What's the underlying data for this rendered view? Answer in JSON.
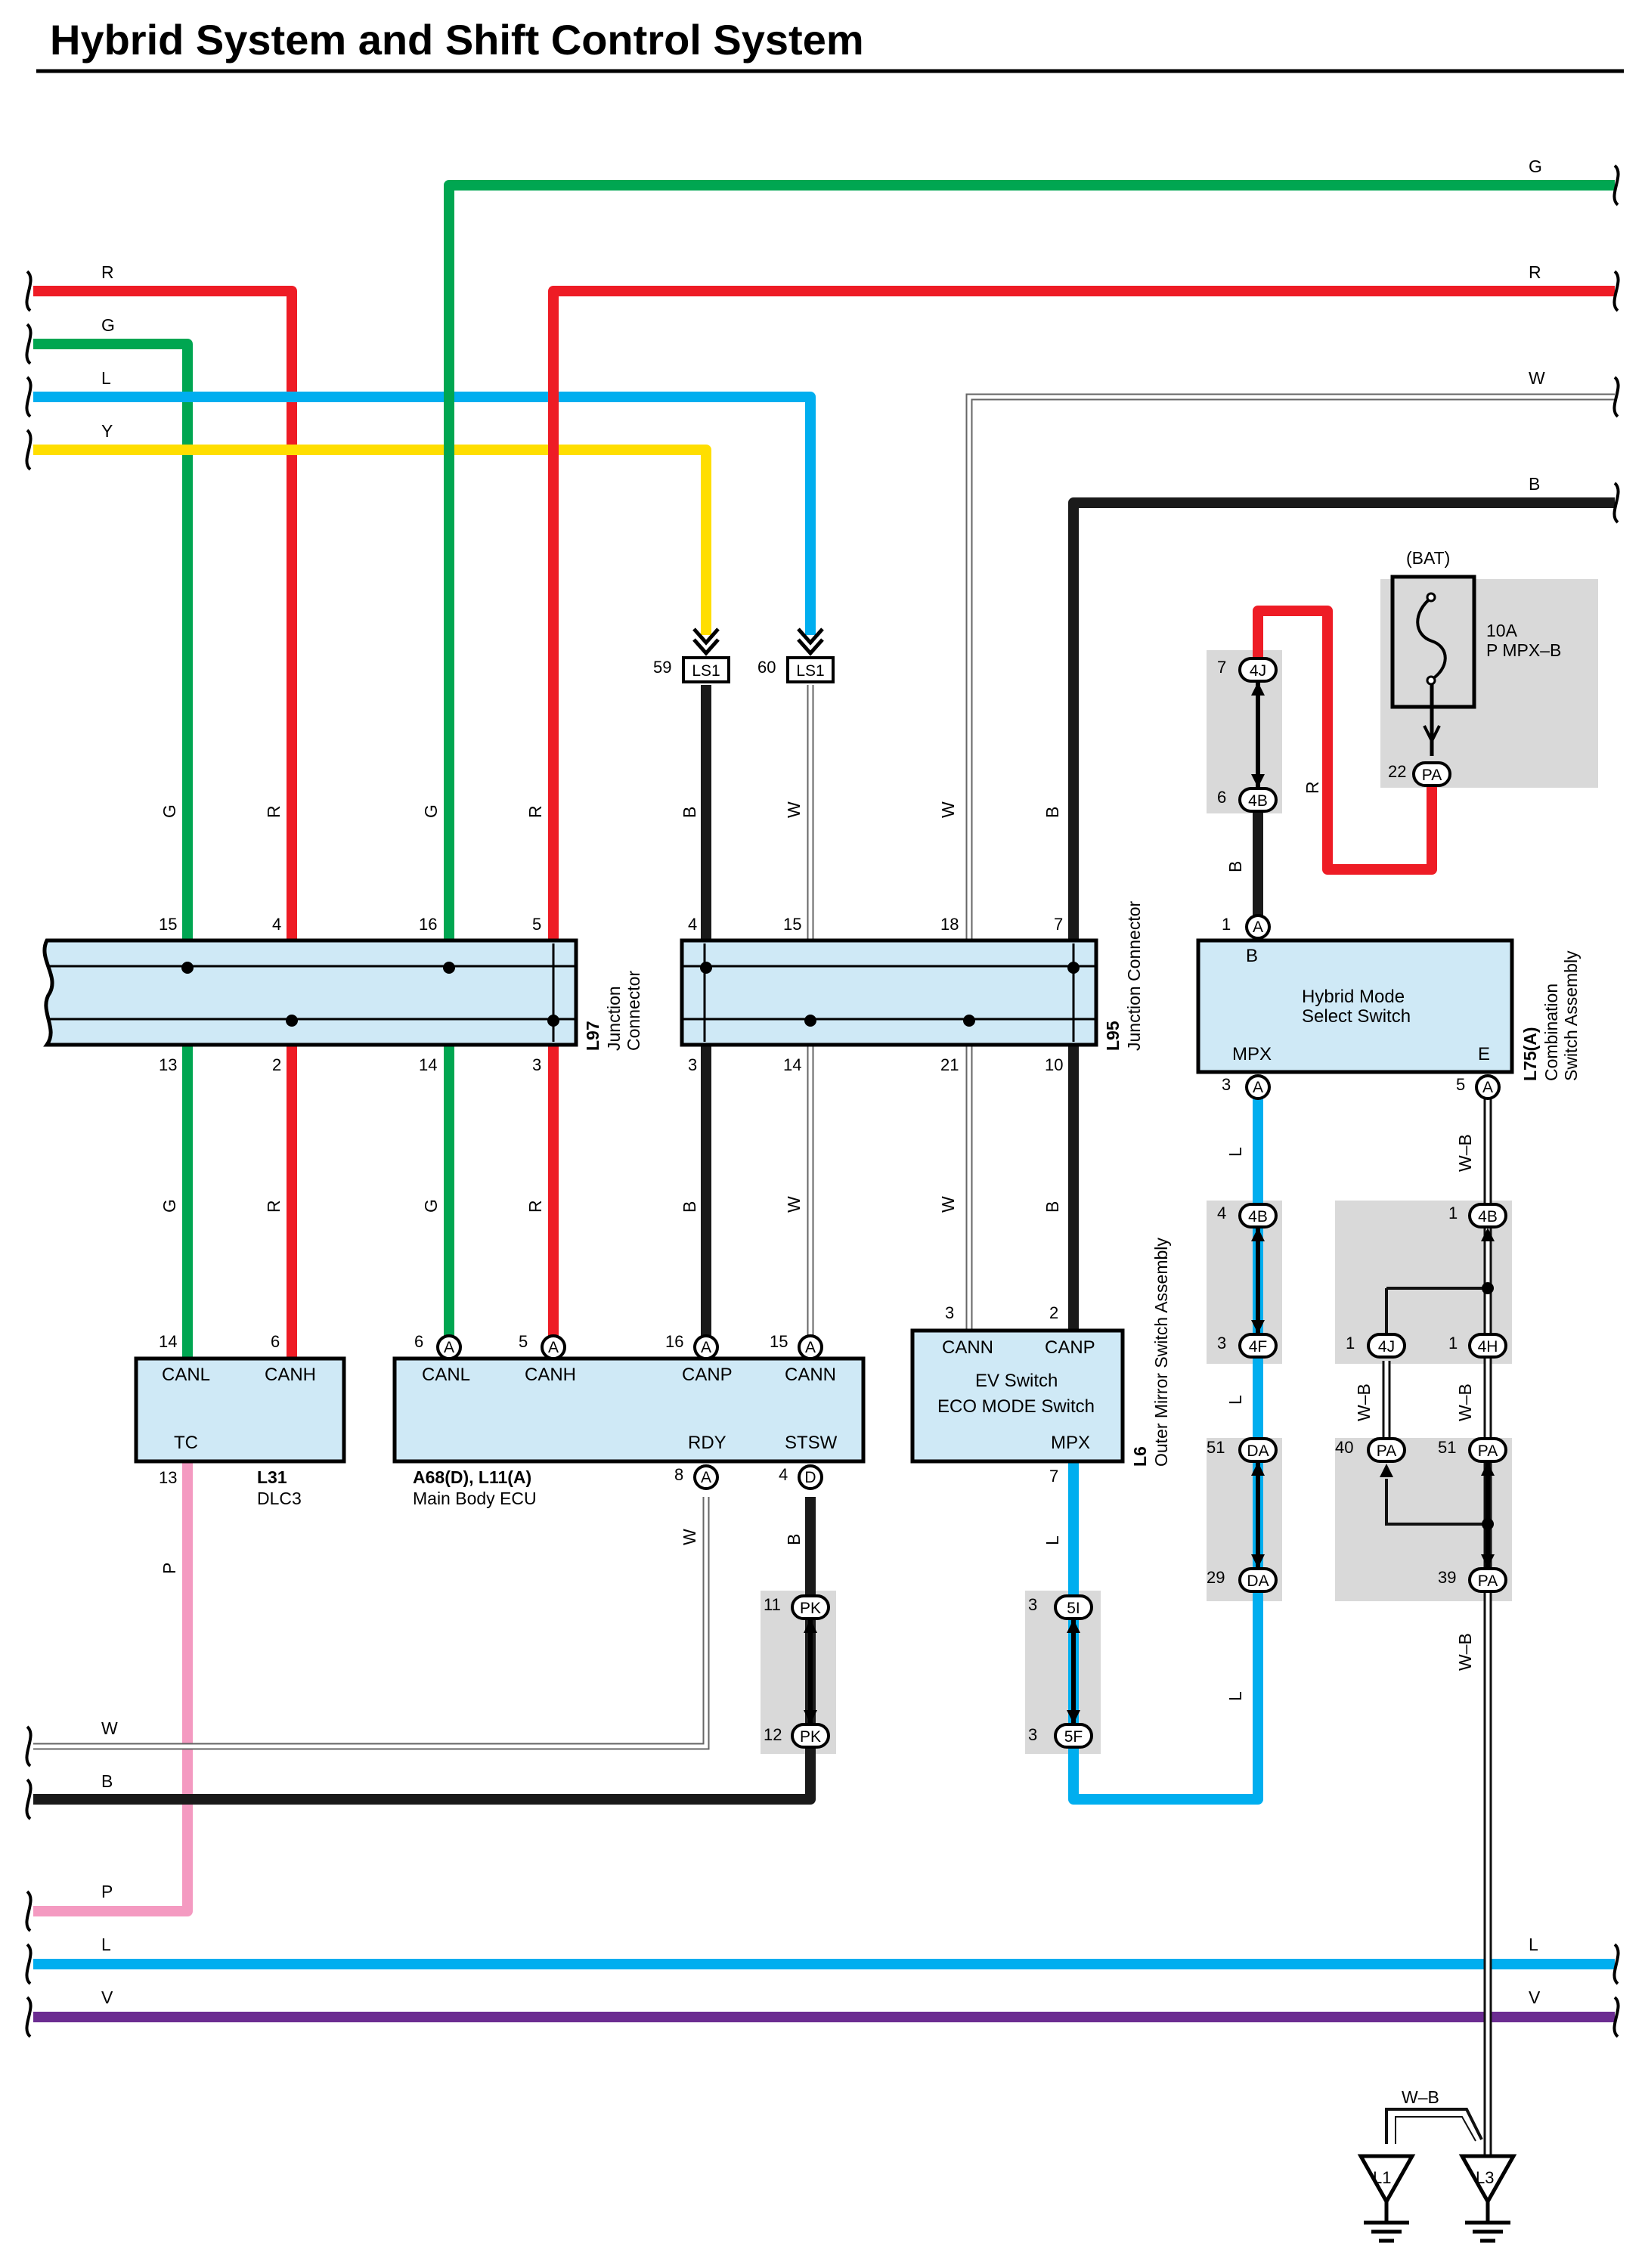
{
  "title": "Hybrid System and Shift Control System",
  "colors": {
    "R": "#ee1c25",
    "G": "#00a651",
    "L": "#00aeef",
    "Y": "#ffde00",
    "B": "#1a1a1a",
    "P": "#f49ac1",
    "V": "#6b2c91",
    "W": "#ffffff",
    "connector_fill": "#cfe9f6",
    "shade": "#d9d9d9"
  },
  "wire_labels": {
    "left_R": "R",
    "left_G": "G",
    "left_L": "L",
    "left_Y": "Y",
    "left_W": "W",
    "left_B": "B",
    "left_P": "P",
    "left_L2": "L",
    "left_V": "V",
    "right_G": "G",
    "right_R": "R",
    "right_W": "W",
    "right_B": "B",
    "right_L": "L",
    "right_V": "V",
    "v_G1": "G",
    "v_R1": "R",
    "v_G2": "G",
    "v_R2": "R",
    "v_B1": "B",
    "v_W1": "W",
    "v_W2": "W",
    "v_B2": "B",
    "v_G3": "G",
    "v_R3": "R",
    "v_G4": "G",
    "v_R4": "R",
    "v_B3": "B",
    "v_W3": "W",
    "v_W4": "W",
    "v_B4": "B",
    "v_P": "P",
    "v_W5": "W",
    "v_B5": "B",
    "v_L5": "L",
    "v_R_bat": "R",
    "v_B_hm": "B",
    "v_L_mpx": "L",
    "v_WB_e": "W–B",
    "v_L_a": "L",
    "v_L_b": "L",
    "v_WB_1": "W–B",
    "v_WB_2": "W–B",
    "v_WB_3": "W–B",
    "ground_WB": "W–B"
  },
  "pins": {
    "l97_15": "15",
    "l97_4": "4",
    "l97_16": "16",
    "l97_5": "5",
    "l97_13": "13",
    "l97_2": "2",
    "l97_14": "14",
    "l97_3": "3",
    "l95_4": "4",
    "l95_15": "15",
    "l95_18": "18",
    "l95_7": "7",
    "l95_3": "3",
    "l95_14": "14",
    "l95_21": "21",
    "l95_10": "10",
    "dlc_14": "14",
    "dlc_6": "6",
    "dlc_13": "13",
    "ecu_6": "6",
    "ecu_5": "5",
    "ecu_16": "16",
    "ecu_15": "15",
    "ecu_8": "8",
    "ecu_4": "4",
    "l6_3": "3",
    "l6_2": "2",
    "l6_7": "7",
    "ls1_59": "59",
    "ls1_60": "60",
    "hm_1": "1",
    "hm_3": "3",
    "hm_5": "5",
    "j_7": "7",
    "j_6": "6",
    "j_22": "22",
    "j_11": "11",
    "j_12": "12",
    "j_3a": "3",
    "j_3b": "3",
    "j_4": "4",
    "j_3c": "3",
    "j_51a": "51",
    "j_29": "29",
    "j_1a": "1",
    "j_1b": "1",
    "j_1c": "1",
    "j_40": "40",
    "j_51b": "51",
    "j_39": "39"
  },
  "marks": {
    "ls1_a": "LS1",
    "ls1_b": "LS1",
    "ecu_a1": "A",
    "ecu_a2": "A",
    "ecu_a3": "A",
    "ecu_a4": "A",
    "ecu_a5": "A",
    "ecu_d": "D",
    "hm_a1": "A",
    "hm_a2": "A",
    "hm_a3": "A",
    "m_4J": "4J",
    "m_4B": "4B",
    "m_PA": "PA",
    "m_PK1": "PK",
    "m_PK2": "PK",
    "m_5I": "5I",
    "m_5F": "5F",
    "m_4B2": "4B",
    "m_4F": "4F",
    "m_DA1": "DA",
    "m_DA2": "DA",
    "m_4B3": "4B",
    "m_4J2": "4J",
    "m_4H": "4H",
    "m_PA2": "PA",
    "m_PA3": "PA",
    "m_PA4": "PA"
  },
  "components": {
    "l97": {
      "code": "L97",
      "desc": [
        "Junction",
        "Connector"
      ]
    },
    "l95": {
      "code": "L95",
      "desc": "Junction Connector"
    },
    "dlc3": {
      "code": "L31",
      "name": "DLC3",
      "pin_canl": "CANL",
      "pin_canh": "CANH",
      "pin_tc": "TC"
    },
    "ecu": {
      "code": "A68(D), L11(A)",
      "name": "Main Body ECU",
      "pin_canl": "CANL",
      "pin_canh": "CANH",
      "pin_canp": "CANP",
      "pin_cann": "CANN",
      "pin_rdy": "RDY",
      "pin_stsw": "STSW"
    },
    "l6": {
      "code": "L6",
      "desc": "Outer Mirror Switch Assembly",
      "name1": "EV Switch",
      "name2": "ECO MODE Switch",
      "pin_cann": "CANN",
      "pin_canp": "CANP",
      "pin_mpx": "MPX"
    },
    "hybrid": {
      "code": "L75(A)",
      "desc": [
        "Combination",
        "Switch Assembly"
      ],
      "name1": "Hybrid Mode",
      "name2": "Select Switch",
      "pin_b": "B",
      "pin_mpx": "MPX",
      "pin_e": "E"
    },
    "fuse": {
      "source": "(BAT)",
      "rating": "10A",
      "name": "P MPX–B"
    }
  },
  "grounds": {
    "l1": "L1",
    "l3": "L3"
  }
}
